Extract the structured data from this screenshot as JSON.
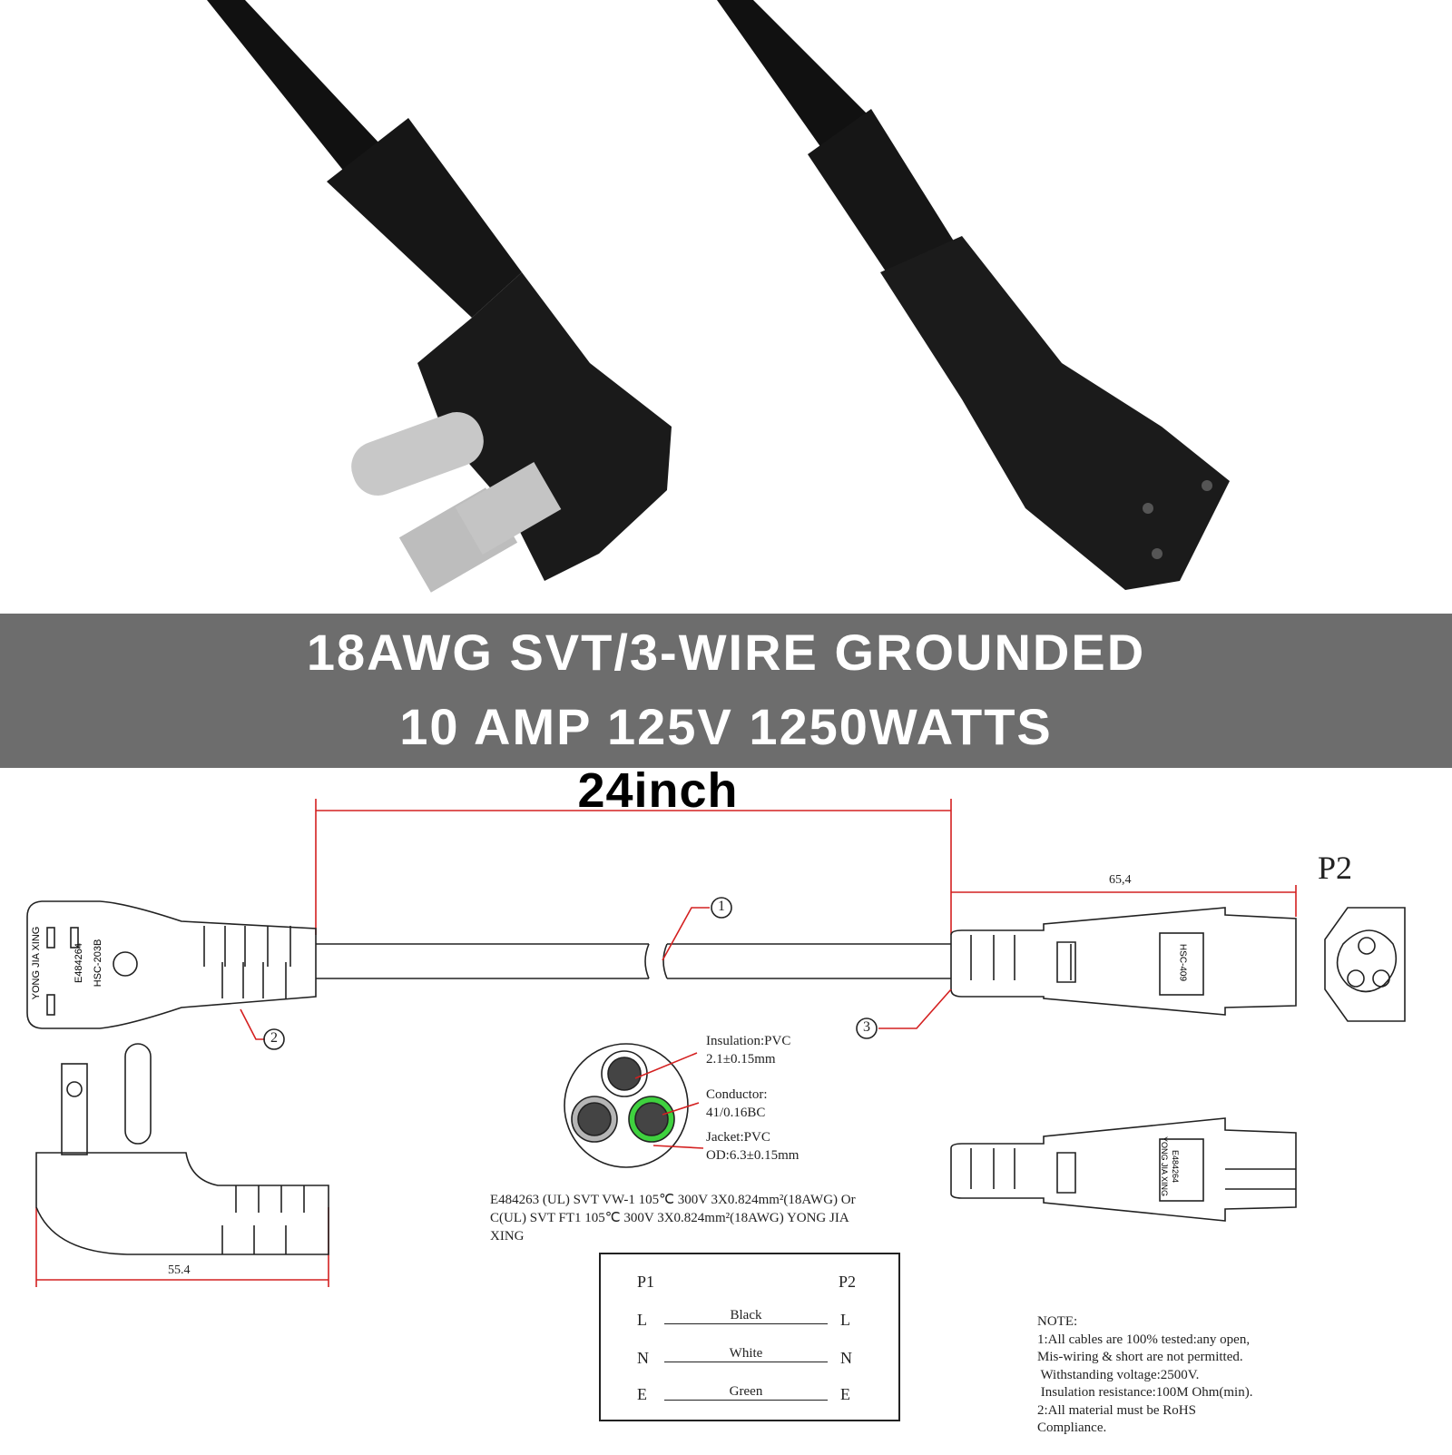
{
  "banner": {
    "line1": "18AWG SVT/3-WIRE GROUNDED",
    "line2": "10 AMP 125V 1250WATTS"
  },
  "length_label": "24inch",
  "diagram": {
    "p2_label": "P2",
    "dim_connector": "65,4",
    "dim_plug": "55.4",
    "callouts": [
      "1",
      "2",
      "3"
    ],
    "plug_markings": [
      "YONG JIA XING",
      "E484264",
      "HSC-203B"
    ],
    "connector_markings": [
      "HSC-409"
    ],
    "connector_bottom_markings": [
      "E484264",
      "YONG JIA XING"
    ],
    "cross_section": {
      "insulation": [
        "Insulation:PVC",
        "2.1±0.15mm"
      ],
      "conductor": [
        "Conductor:",
        "41/0.16BC"
      ],
      "jacket": [
        "Jacket:PVC",
        "OD:6.3±0.15mm"
      ],
      "colors": {
        "black": "#333333",
        "white": "#ffffff",
        "gray": "#b5b5b5",
        "green": "#3fd13f"
      }
    },
    "spec_text": [
      "E484263 (UL) SVT VW-1 105℃ 300V 3X0.824mm²(18AWG) Or",
      "C(UL) SVT FT1 105℃ 300V 3X0.824mm²(18AWG) YONG JIA",
      "XING"
    ],
    "wiring": {
      "headers": [
        "P1",
        "P2"
      ],
      "rows": [
        {
          "p1": "L",
          "color": "Black",
          "p2": "L"
        },
        {
          "p1": "N",
          "color": "White",
          "p2": "N"
        },
        {
          "p1": "E",
          "color": "Green",
          "p2": "E"
        }
      ]
    },
    "notes": [
      "NOTE:",
      "1:All cables are 100% tested:any open,",
      "Mis-wiring & short are not permitted.",
      " Withstanding voltage:2500V.",
      " Insulation resistance:100M Ohm(min).",
      "2:All material must be RoHS",
      "Compliance."
    ],
    "accent_color": "#d42020"
  }
}
